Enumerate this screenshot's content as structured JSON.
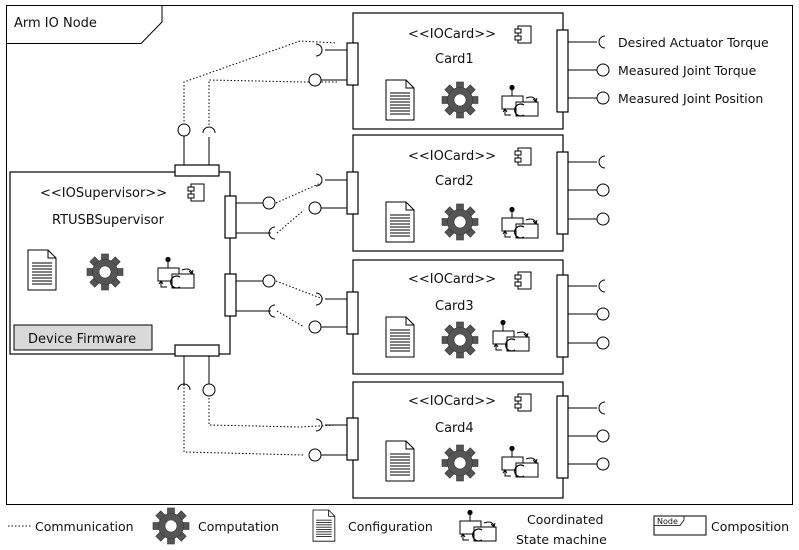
{
  "node_title": "Arm IO Node",
  "supervisor": {
    "stereotype": "<<IOSupervisor>>",
    "name": "RTUSBSupervisor",
    "firmware": "Device Firmware"
  },
  "cards": [
    {
      "stereotype": "<<IOCard>>",
      "name": "Card1"
    },
    {
      "stereotype": "<<IOCard>>",
      "name": "Card2"
    },
    {
      "stereotype": "<<IOCard>>",
      "name": "Card3"
    },
    {
      "stereotype": "<<IOCard>>",
      "name": "Card4"
    }
  ],
  "ports": {
    "desired_torque": "Desired Actuator Torque",
    "measured_torque": "Measured Joint Torque",
    "measured_position": "Measured Joint Position"
  },
  "legend": {
    "communication": "Communication",
    "computation": "Computation",
    "configuration": "Configuration",
    "state_machine_1": "Coordinated",
    "state_machine_2": "State machine",
    "node_tag": "Node",
    "composition": "Composition"
  },
  "icons": [
    "component-icon",
    "document-icon",
    "gear-icon",
    "state-machine-icon",
    "socket-icon",
    "lollipop-icon"
  ]
}
